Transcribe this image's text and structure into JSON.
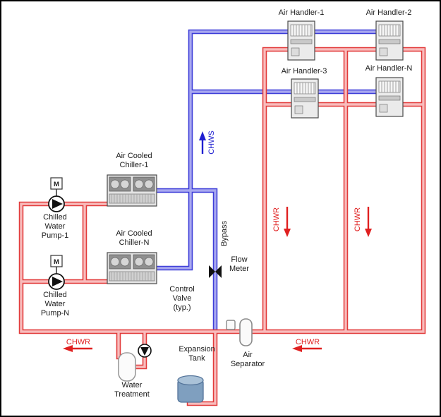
{
  "diagram": {
    "colors": {
      "supply_dark": "#3d3dd8",
      "supply_light": "#a8a8f0",
      "return_dark": "#e23a3a",
      "return_light": "#f8bcbc",
      "label_blue": "#1f1fd0",
      "label_red": "#e02020",
      "text": "#1a1a1a"
    },
    "air_handlers": {
      "ah1": "Air Handler-1",
      "ah2": "Air Handler-2",
      "ah3": "Air Handler-3",
      "ahn": "Air Handler-N"
    },
    "chillers": {
      "chiller1": [
        "Air Cooled",
        "Chiller-1"
      ],
      "chillerN": [
        "Air Cooled",
        "Chiller-N"
      ]
    },
    "pumps": {
      "motor": "M",
      "pump1": [
        "Chilled",
        "Water",
        "Pump-1"
      ],
      "pumpN": [
        "Chilled",
        "Water",
        "Pump-N"
      ]
    },
    "flow": {
      "chws": "CHWS",
      "chwr": "CHWR",
      "bypass": "Bypass"
    },
    "equipment": {
      "control_valve": [
        "Control",
        "Valve",
        "(typ.)"
      ],
      "flow_meter": [
        "Flow",
        "Meter"
      ],
      "expansion_tank": [
        "Expansion",
        "Tank"
      ],
      "air_separator": [
        "Air",
        "Separator"
      ],
      "water_treatment": [
        "Water",
        "Treatment"
      ]
    }
  }
}
